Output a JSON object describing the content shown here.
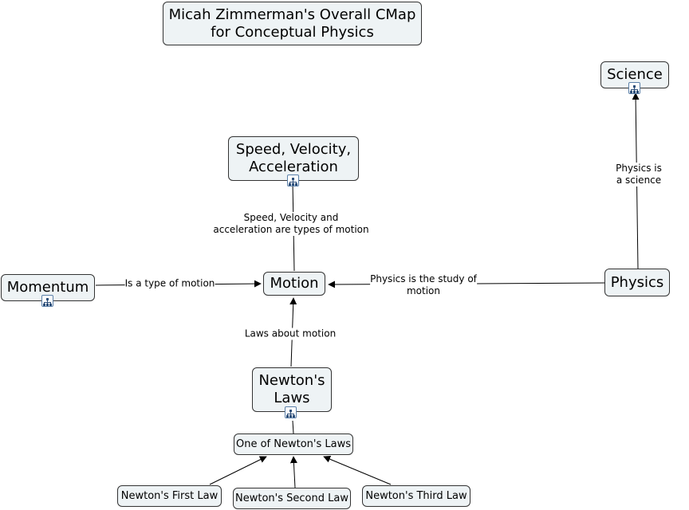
{
  "title": "Micah Zimmerman's Overall CMap\nfor Conceptual Physics",
  "concepts": {
    "science": "Science",
    "speed": "Speed, Velocity,\nAcceleration",
    "momentum": "Momentum",
    "motion": "Motion",
    "physics": "Physics",
    "newtons_laws": "Newton's\nLaws",
    "one_of": "One of Newton's Laws",
    "first": "Newton's First Law",
    "second": "Newton's Second Law",
    "third": "Newton's Third Law"
  },
  "links": {
    "physics_science": "Physics is a science",
    "speed_motion": "Speed, Velocity and\nacceleration are types of motion",
    "momentum_motion": "Is a type of motion",
    "physics_motion": "Physics is the study of\nmotion",
    "laws_motion": "Laws about motion"
  },
  "icons": {
    "resource_icon": "concept-map-icon"
  },
  "colors": {
    "node_fill": "#eef3f5",
    "node_border": "#333333",
    "line": "#000000"
  }
}
